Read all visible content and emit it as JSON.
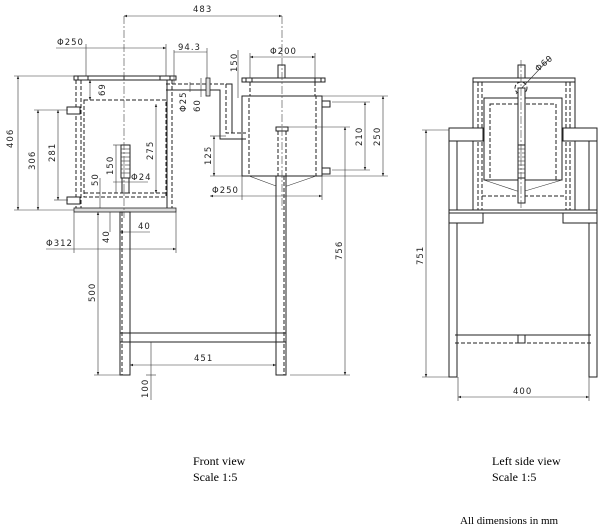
{
  "front_view": {
    "caption": "Front view",
    "scale": "Scale 1:5",
    "dimensions": {
      "overall_width": "483",
      "left_tank_dia": "Φ250",
      "offset": "94.3",
      "right_tank_dia_top": "Φ200",
      "total_height": "406",
      "h306": "306",
      "h281": "281",
      "h69": "69",
      "pipe_dia": "Φ25",
      "h60": "60",
      "h150_pipe": "150",
      "h275": "275",
      "h150_spring": "150",
      "h50": "50",
      "spring_dia": "Φ24",
      "h125": "125",
      "right_tank_dia": "Φ250",
      "h210": "210",
      "h250": "250",
      "h40": "40",
      "w40": "40",
      "base_dia": "Φ312",
      "h500": "500",
      "h756": "756",
      "w451": "451",
      "h100": "100"
    }
  },
  "side_view": {
    "caption": "Left side view",
    "scale": "Scale 1:5",
    "dimensions": {
      "knob_dia": "Φ60",
      "height": "751",
      "width": "400"
    }
  },
  "note": "All dimensions in mm"
}
